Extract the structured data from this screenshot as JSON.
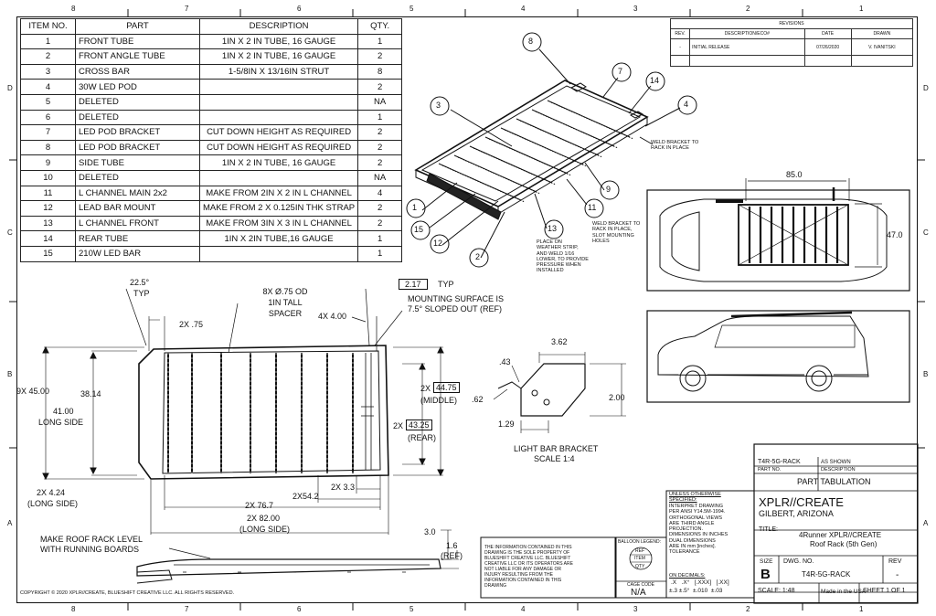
{
  "zones_top": [
    "8",
    "7",
    "6",
    "5",
    "4",
    "3",
    "2",
    "1"
  ],
  "zones_bottom": [
    "8",
    "7",
    "6",
    "5",
    "4",
    "3",
    "2",
    "1"
  ],
  "zones_left": [
    "D",
    "C",
    "B",
    "A"
  ],
  "zones_right": [
    "D",
    "C",
    "B",
    "A"
  ],
  "bom": {
    "headers": [
      "ITEM NO.",
      "PART",
      "DESCRIPTION",
      "QTY."
    ],
    "rows": [
      [
        "1",
        "FRONT TUBE",
        "1IN X 2 IN  TUBE, 16 GAUGE",
        "1"
      ],
      [
        "2",
        "FRONT ANGLE TUBE",
        "1IN X 2 IN  TUBE, 16 GAUGE",
        "2"
      ],
      [
        "3",
        "CROSS BAR",
        "1-5/8IN X 13/16IN STRUT",
        "8"
      ],
      [
        "4",
        "30W LED POD",
        "",
        "2"
      ],
      [
        "5",
        "DELETED",
        "",
        "NA"
      ],
      [
        "6",
        "DELETED",
        "",
        "1"
      ],
      [
        "7",
        "LED POD BRACKET",
        "CUT DOWN HEIGHT AS REQUIRED",
        "2"
      ],
      [
        "8",
        "LED POD BRACKET",
        "CUT DOWN HEIGHT AS REQUIRED",
        "2"
      ],
      [
        "9",
        "SIDE TUBE",
        "1IN X 2 IN  TUBE, 16 GAUGE",
        "2"
      ],
      [
        "10",
        "DELETED",
        "",
        "NA"
      ],
      [
        "11",
        "L CHANNEL MAIN 2x2",
        "MAKE FROM 2IN X 2 IN L CHANNEL",
        "4"
      ],
      [
        "12",
        "LEAD BAR MOUNT",
        "MAKE FROM 2 X 0.125IN THK STRAP",
        "2"
      ],
      [
        "13",
        "L CHANNEL FRONT",
        "MAKE FROM 3IN X 3 IN L CHANNEL",
        "2"
      ],
      [
        "14",
        "REAR TUBE",
        "1IN X 2IN TUBE,16 GAUGE",
        "1"
      ],
      [
        "15",
        "210W LED BAR",
        "",
        "1"
      ]
    ]
  },
  "revisions": {
    "title": "REVISIONS",
    "headers": [
      "REV.",
      "DESCRIPTION/ECO#",
      "DATE",
      "DRAWN"
    ],
    "row": [
      "-",
      "INITIAL RELEASE",
      "07/26/2020",
      "V. IVANITSKI"
    ]
  },
  "iso_balloons": [
    "8",
    "7",
    "14",
    "4",
    "3",
    "1",
    "15",
    "12",
    "2",
    "13",
    "11",
    "9"
  ],
  "iso_notes": {
    "weld_bracket": "WELD BRACKET TO\nRACK IN PLACE",
    "weld_bracket_slot": "WELD BRACKET TO\nRACK IN PLACE,\nSLOT MOUNTING\nHOLES",
    "place_on_strip": "PLACE ON\nWEATHER STRIP,\nAND WELD 1/16\nLOWER, TO PROVIDE\nPRESSURE WHEN\nINSTALLED"
  },
  "top_view_dims": {
    "width": "85.0",
    "depth": "47.0"
  },
  "plan": {
    "angle": "22.5°",
    "angle_typ": "TYP",
    "spacer": "8X Ø.75 OD\n1IN TALL\nSPACER",
    "typ_box": "2.17",
    "typ": "TYP",
    "mounting": "MOUNTING SURFACE IS\n7.5° SLOPED OUT (REF)",
    "d_2x75": "2X .75",
    "d_4x400": "4X 4.00",
    "d_45": "9X 45.00",
    "d_41": "41.00",
    "d_long_side": "LONG SIDE",
    "d_3814": "38.14",
    "d_4475_pre": "2X",
    "d_4475": "44.75",
    "d_middle": "(MIDDLE)",
    "d_4325_pre": "2X",
    "d_4325": "43.25",
    "d_rear": "(REAR)",
    "d_424": "2X 4.24",
    "d_424_sub": "(LONG SIDE)",
    "d_33": "2X 3.3",
    "d_542": "2X54.2",
    "d_767": "2X 76.7",
    "d_820": "2X 82.00",
    "d_820_sub": "(LONG SIDE)"
  },
  "bracket": {
    "d_362": "3.62",
    "d_43": ".43",
    "d_62": ".62",
    "d_200": "2.00",
    "d_129": "1.29",
    "title": "LIGHT BAR BRACKET",
    "scale": "SCALE 1:4"
  },
  "side": {
    "note": "MAKE ROOF RACK LEVEL\nWITH RUNNING BOARDS",
    "d_30": "3.0",
    "d_16": "1.6",
    "d_16_ref": "(REF)"
  },
  "copyright": "COPYRIGHT © 2020  XPLR//CREATE, BLUESHIFT CREATIVE LLC. ALL RIGHTS RESERVED.",
  "disclaimer": "THE INFORMATION CONTAINED IN THIS\nDRAWING IS THE SOLE PROPERTY OF\nBLUESHIFT CREATIVE LLC. BLUESHIFT\nCREATIVE LLC OR ITS OPERATORS ARE\nNOT LIABLE FOR ANY DAMAGE OR\nINJURY RESULTING FROM THE\nINFORMATION CONTAINED IN THIS\nDRAWING",
  "balloon_legend": {
    "title": "BALLOON LEGEND:",
    "ref": "REF",
    "item": "ITEM",
    "qty": "QTY",
    "cage_label": "CAGE CODE",
    "cage": "N/A"
  },
  "notes_block": {
    "head": "UNLESS OTHERWISE\nSPECIFIED:",
    "body": "INTERPRET DRAWING\nPER ANSI Y14.5M-1994.\nORTHOGONAL VIEWS\nARE THIRD ANGLE\nPROJECTION.\nDIMENSIONS IN INCHES\nDUAL DIMENSIONS\nARE IN mm [inches].\nTOLERANCE",
    "dec_head": "ON DECIMALS:",
    "dec_a": ".X   .X°   [.XXX]   [.XX]",
    "dec_b": "±.3 ±.5°  ±.010  ±.03"
  },
  "title_block": {
    "part_no_value": "T4R-5G-RACK",
    "as_shown": "AS SHOWN",
    "part_no_label": "PART NO.",
    "desc_label": "DESCRIPTION",
    "desc_value": "PART TABULATION",
    "company": "XPLR//CREATE",
    "city": "GILBERT, ARIZONA",
    "title_label": "TITLE:",
    "title1": "4Runner XPLR//CREATE",
    "title2": "Roof Rack (5th Gen)",
    "size_label": "SIZE",
    "size": "B",
    "dwg_label": "DWG. NO.",
    "dwg": "T4R-5G-RACK",
    "rev_label": "REV",
    "rev": "-",
    "scale": "SCALE: 1:48",
    "made_in": "Made in the USA",
    "sheet": "SHEET 1 OF 1"
  }
}
